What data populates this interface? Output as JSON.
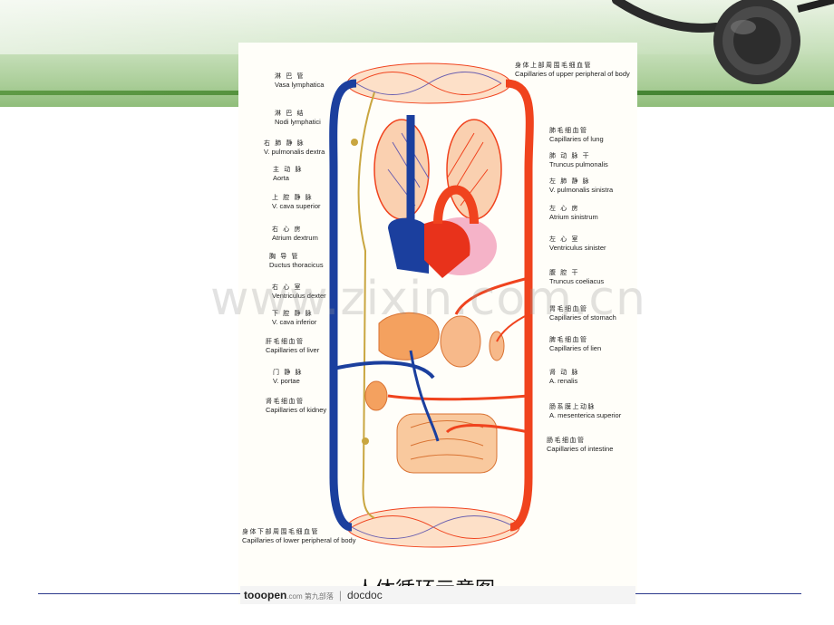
{
  "slide": {
    "header_color": "#a9cd97",
    "rule_color": "#2b3a8c"
  },
  "figure": {
    "labels_left": [
      {
        "zh": "淋 巴 管",
        "en": "Vasa lymphatica"
      },
      {
        "zh": "淋 巴 结",
        "en": "Nodi lymphatici"
      },
      {
        "zh": "右 肺 静 脉",
        "en": "V. pulmonalis dextra"
      },
      {
        "zh": "主 动 脉",
        "en": "Aorta"
      },
      {
        "zh": "上 腔 静 脉",
        "en": "V. cava superior"
      },
      {
        "zh": "右 心 房",
        "en": "Atrium dextrum"
      },
      {
        "zh": "胸 导 管",
        "en": "Ductus thoracicus"
      },
      {
        "zh": "右 心 室",
        "en": "Ventriculus dexter"
      },
      {
        "zh": "下 腔 静 脉",
        "en": "V. cava inferior"
      },
      {
        "zh": "肝毛细血管",
        "en": "Capillaries of liver"
      },
      {
        "zh": "门 静 脉",
        "en": "V. portae"
      },
      {
        "zh": "肾毛细血管",
        "en": "Capillaries of kidney"
      }
    ],
    "labels_right": [
      {
        "zh": "身体上部周围毛细血管",
        "en": "Capillaries of upper peripheral of body"
      },
      {
        "zh": "肺毛细血管",
        "en": "Capillaries of lung"
      },
      {
        "zh": "肺 动 脉 干",
        "en": "Truncus pulmonalis"
      },
      {
        "zh": "左 肺 静 脉",
        "en": "V. pulmonalis sinistra"
      },
      {
        "zh": "左 心 房",
        "en": "Atrium sinistrum"
      },
      {
        "zh": "左 心 室",
        "en": "Ventriculus sinister"
      },
      {
        "zh": "腹 腔 干",
        "en": "Truncus coeliacus"
      },
      {
        "zh": "胃毛细血管",
        "en": "Capillaries of stomach"
      },
      {
        "zh": "脾毛细血管",
        "en": "Capillaries of lien"
      },
      {
        "zh": "肾 动 脉",
        "en": "A. renalis"
      },
      {
        "zh": "肠系膜上动脉",
        "en": "A. mesenterica superior"
      },
      {
        "zh": "肠毛细血管",
        "en": "Capillaries of intestine"
      }
    ],
    "label_bottom": {
      "zh": "身体下部周围毛细血管",
      "en": "Capillaries of lower peripheral of body"
    },
    "colors": {
      "artery": "#f0431e",
      "vein": "#1b3f9e",
      "lymph": "#c9a640",
      "organ": "#f4a15f"
    }
  },
  "watermark": "www.zixin.com.cn",
  "caption_partial": "人体循环示意图",
  "source": {
    "brand": "tooopen",
    "brand_suffix": ".com 第九部落",
    "site": "docdoc"
  }
}
